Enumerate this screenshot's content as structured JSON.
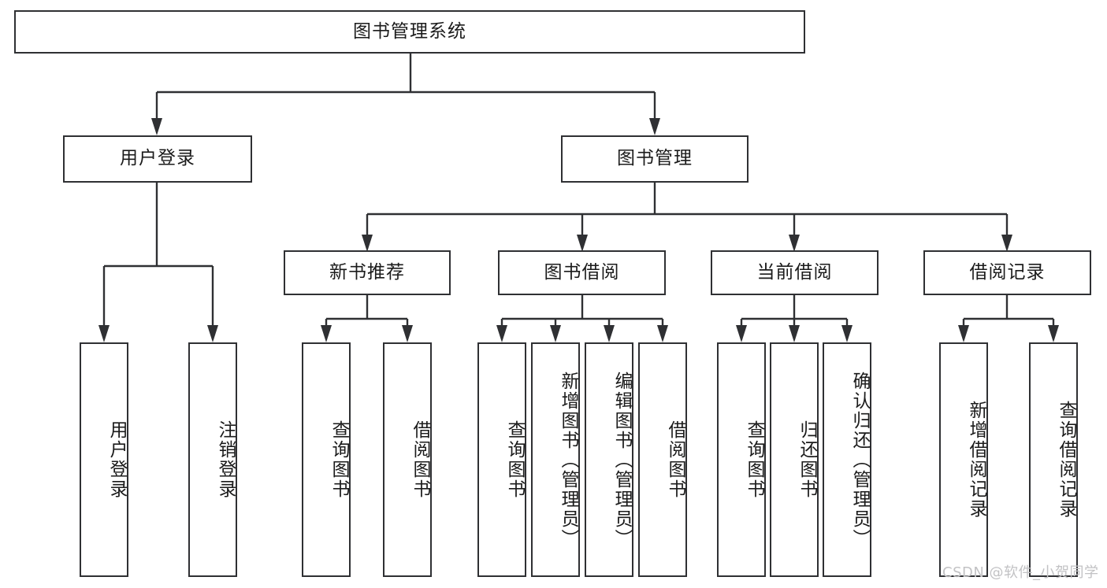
{
  "diagram": {
    "title_node": {
      "label": "图书管理系统"
    },
    "level2": [
      {
        "label": "用户登录"
      },
      {
        "label": "图书管理"
      }
    ],
    "level3": [
      {
        "label": "新书推荐"
      },
      {
        "label": "图书借阅"
      },
      {
        "label": "当前借阅"
      },
      {
        "label": "借阅记录"
      }
    ],
    "leaves": {
      "user_login": [
        {
          "label": "用户登录"
        },
        {
          "label": "注销登录"
        }
      ],
      "new_book_recommend": [
        {
          "label": "查询图书"
        },
        {
          "label": "借阅图书"
        }
      ],
      "book_borrow": [
        {
          "label": "查询图书"
        },
        {
          "label": "新增图书（管理员）"
        },
        {
          "label": "编辑图书（管理员）"
        },
        {
          "label": "借阅图书"
        }
      ],
      "current_borrow": [
        {
          "label": "查询图书"
        },
        {
          "label": "归还图书"
        },
        {
          "label": "确认归还（管理员）"
        }
      ],
      "borrow_record": [
        {
          "label": "新增借阅记录"
        },
        {
          "label": "查询借阅记录"
        }
      ]
    }
  },
  "watermark": {
    "text": "CSDN @软件_小贺同学"
  },
  "colors": {
    "stroke": "#2f3033",
    "text": "#1b1b1b",
    "background": "#ffffff",
    "watermark": "#c2c2c4"
  }
}
